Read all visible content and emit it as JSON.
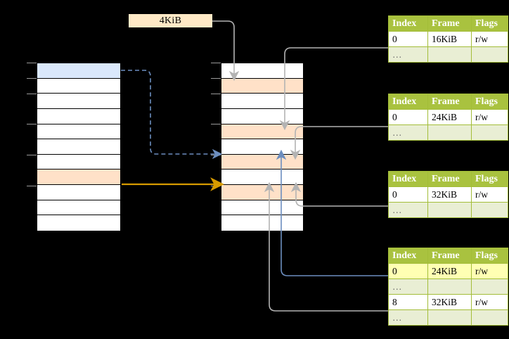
{
  "diagram": {
    "title_label": "4KiB",
    "virtual_column": {
      "name": "virtual-address-space-column",
      "rows": [
        {
          "fill": "blue"
        },
        {
          "fill": "white"
        },
        {
          "fill": "white"
        },
        {
          "fill": "white"
        },
        {
          "fill": "white"
        },
        {
          "fill": "white"
        },
        {
          "fill": "white"
        },
        {
          "fill": "peach"
        },
        {
          "fill": "white"
        },
        {
          "fill": "white"
        },
        {
          "fill": "white"
        }
      ]
    },
    "physical_column": {
      "name": "physical-memory-column",
      "rows": [
        {
          "fill": "white"
        },
        {
          "fill": "peach"
        },
        {
          "fill": "white"
        },
        {
          "fill": "white"
        },
        {
          "fill": "peach"
        },
        {
          "fill": "white"
        },
        {
          "fill": "peach"
        },
        {
          "fill": "white"
        },
        {
          "fill": "peach"
        },
        {
          "fill": "white"
        },
        {
          "fill": "white"
        }
      ]
    },
    "tables": [
      {
        "id": "page-table-1",
        "headers": [
          "Index",
          "Frame",
          "Flags"
        ],
        "rows": [
          {
            "cells": [
              "0",
              "16KiB",
              "r/w"
            ],
            "style": "normal"
          },
          {
            "cells": [
              "…",
              "",
              ""
            ],
            "style": "alt"
          }
        ]
      },
      {
        "id": "page-table-2",
        "headers": [
          "Index",
          "Frame",
          "Flags"
        ],
        "rows": [
          {
            "cells": [
              "0",
              "24KiB",
              "r/w"
            ],
            "style": "normal"
          },
          {
            "cells": [
              "…",
              "",
              ""
            ],
            "style": "alt"
          }
        ]
      },
      {
        "id": "page-table-3",
        "headers": [
          "Index",
          "Frame",
          "Flags"
        ],
        "rows": [
          {
            "cells": [
              "0",
              "32KiB",
              "r/w"
            ],
            "style": "normal"
          },
          {
            "cells": [
              "…",
              "",
              ""
            ],
            "style": "alt"
          }
        ]
      },
      {
        "id": "page-table-4",
        "headers": [
          "Index",
          "Frame",
          "Flags"
        ],
        "rows": [
          {
            "cells": [
              "0",
              "24KiB",
              "r/w"
            ],
            "style": "highlight"
          },
          {
            "cells": [
              "…",
              "",
              ""
            ],
            "style": "alt"
          },
          {
            "cells": [
              "8",
              "32KiB",
              "r/w"
            ],
            "style": "normal"
          },
          {
            "cells": [
              "…",
              "",
              ""
            ],
            "style": "alt"
          }
        ]
      }
    ],
    "colors": {
      "background": "#000000",
      "blue_fill": "#dae8fc",
      "peach_fill": "#ffe1c8",
      "label_fill": "#ffe9c6",
      "table_header": "#a9c23f",
      "table_alt_row": "#e9eed4",
      "highlight": "#ffffb3",
      "blue_arrow": "#6c8ebf",
      "orange_arrow": "#d79b00",
      "gray_connector": "#b3b3b3"
    }
  }
}
